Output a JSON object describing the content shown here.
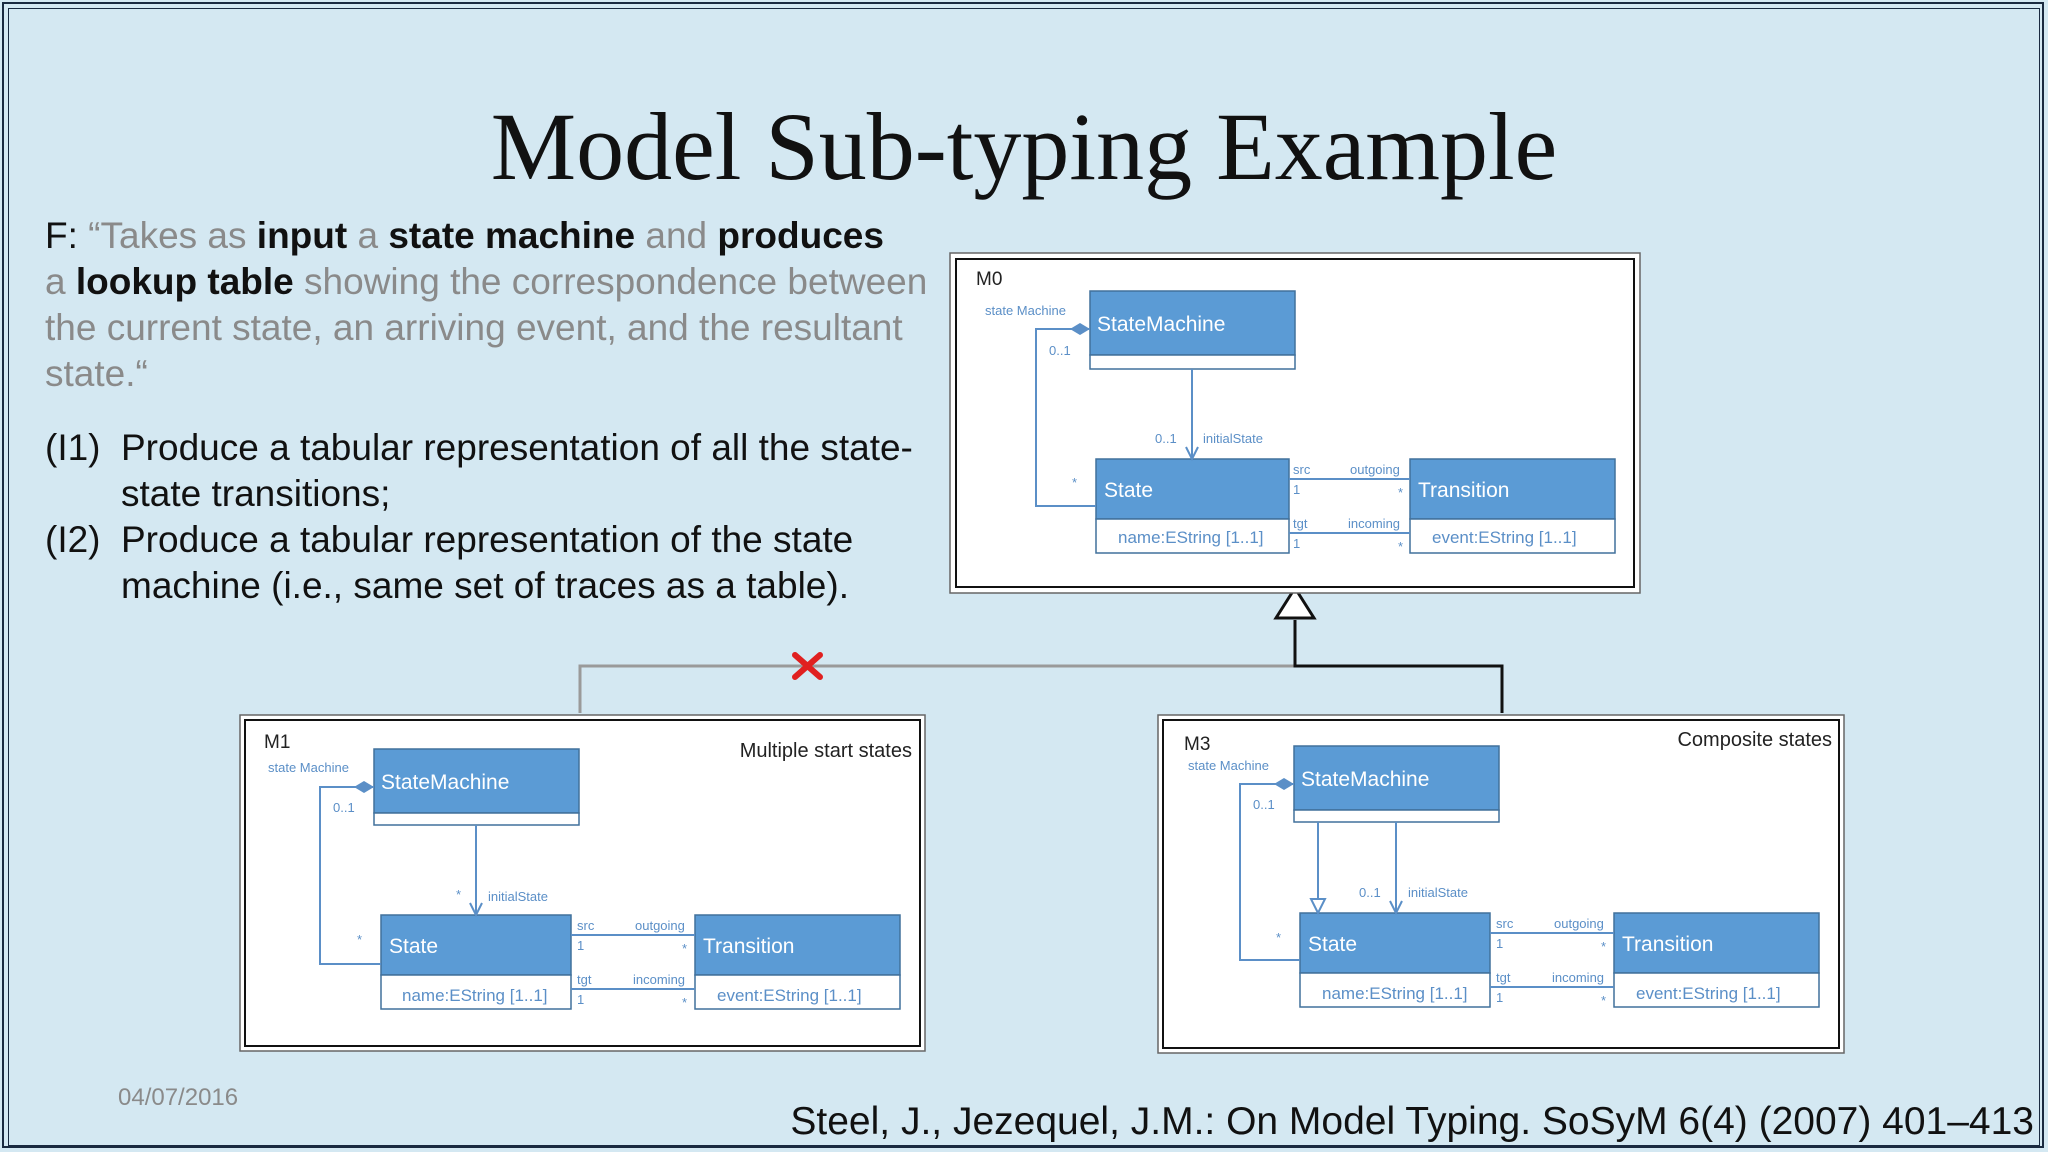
{
  "slide": {
    "title": "Model Sub-typing Example",
    "quote_parts": {
      "p1": "F: ",
      "p2": "“Takes as ",
      "p3": "input",
      "p4": " a ",
      "p5": "state machine",
      "p6": " and ",
      "p7": "produces",
      "p8": " a ",
      "p9": "lookup table",
      "p10": " showing the correspondence between the current state, an arriving event, and the resultant state.“"
    },
    "requirements": [
      {
        "num": "(I1)",
        "text": "Produce a tabular representation of all the state-state transitions;"
      },
      {
        "num": "(I2)",
        "text": "Produce a tabular representation of the state machine (i.e., same set of traces as a table)."
      }
    ],
    "date": "04/07/2016",
    "citation": "Steel, J., Jezequel, J.M.: On Model Typing. SoSyM 6(4) (2007) 401–413"
  },
  "diagrams": {
    "m0": {
      "label": "M0",
      "state_machine": "StateMachine",
      "state": "State",
      "state_attr": "name:EString [1..1]",
      "transition": "Transition",
      "transition_attr": "event:EString [1..1]",
      "role_statemachine": "state Machine",
      "mult_01": "0..1",
      "mult_star": "*",
      "initial_mult": "0..1",
      "initial_state": "initialState",
      "src": "src",
      "src_mult": "1",
      "outgoing": "outgoing",
      "outgoing_mult": "*",
      "tgt": "tgt",
      "tgt_mult": "1",
      "incoming": "incoming",
      "incoming_mult": "*"
    },
    "m1": {
      "label": "M1",
      "caption": "Multiple start states",
      "state_machine": "StateMachine",
      "state": "State",
      "state_attr": "name:EString [1..1]",
      "transition": "Transition",
      "transition_attr": "event:EString [1..1]",
      "role_statemachine": "state Machine",
      "mult_01": "0..1",
      "mult_star": "*",
      "initial_mult": "*",
      "initial_state": "initialState",
      "src": "src",
      "src_mult": "1",
      "outgoing": "outgoing",
      "outgoing_mult": "*",
      "tgt": "tgt",
      "tgt_mult": "1",
      "incoming": "incoming",
      "incoming_mult": "*"
    },
    "m3": {
      "label": "M3",
      "caption": "Composite states",
      "state_machine": "StateMachine",
      "state": "State",
      "state_attr": "name:EString [1..1]",
      "transition": "Transition",
      "transition_attr": "event:EString [1..1]",
      "role_statemachine": "state Machine",
      "mult_01": "0..1",
      "mult_star": "*",
      "initial_mult": "0..1",
      "initial_state": "initialState",
      "src": "src",
      "src_mult": "1",
      "outgoing": "outgoing",
      "outgoing_mult": "*",
      "tgt": "tgt",
      "tgt_mult": "1",
      "incoming": "incoming",
      "incoming_mult": "*"
    },
    "colors": {
      "class_fill": "#5b9bd5",
      "class_stroke": "#41719c",
      "line": "#5b8fc7",
      "connector": "#999999",
      "cross": "#e02020"
    }
  }
}
